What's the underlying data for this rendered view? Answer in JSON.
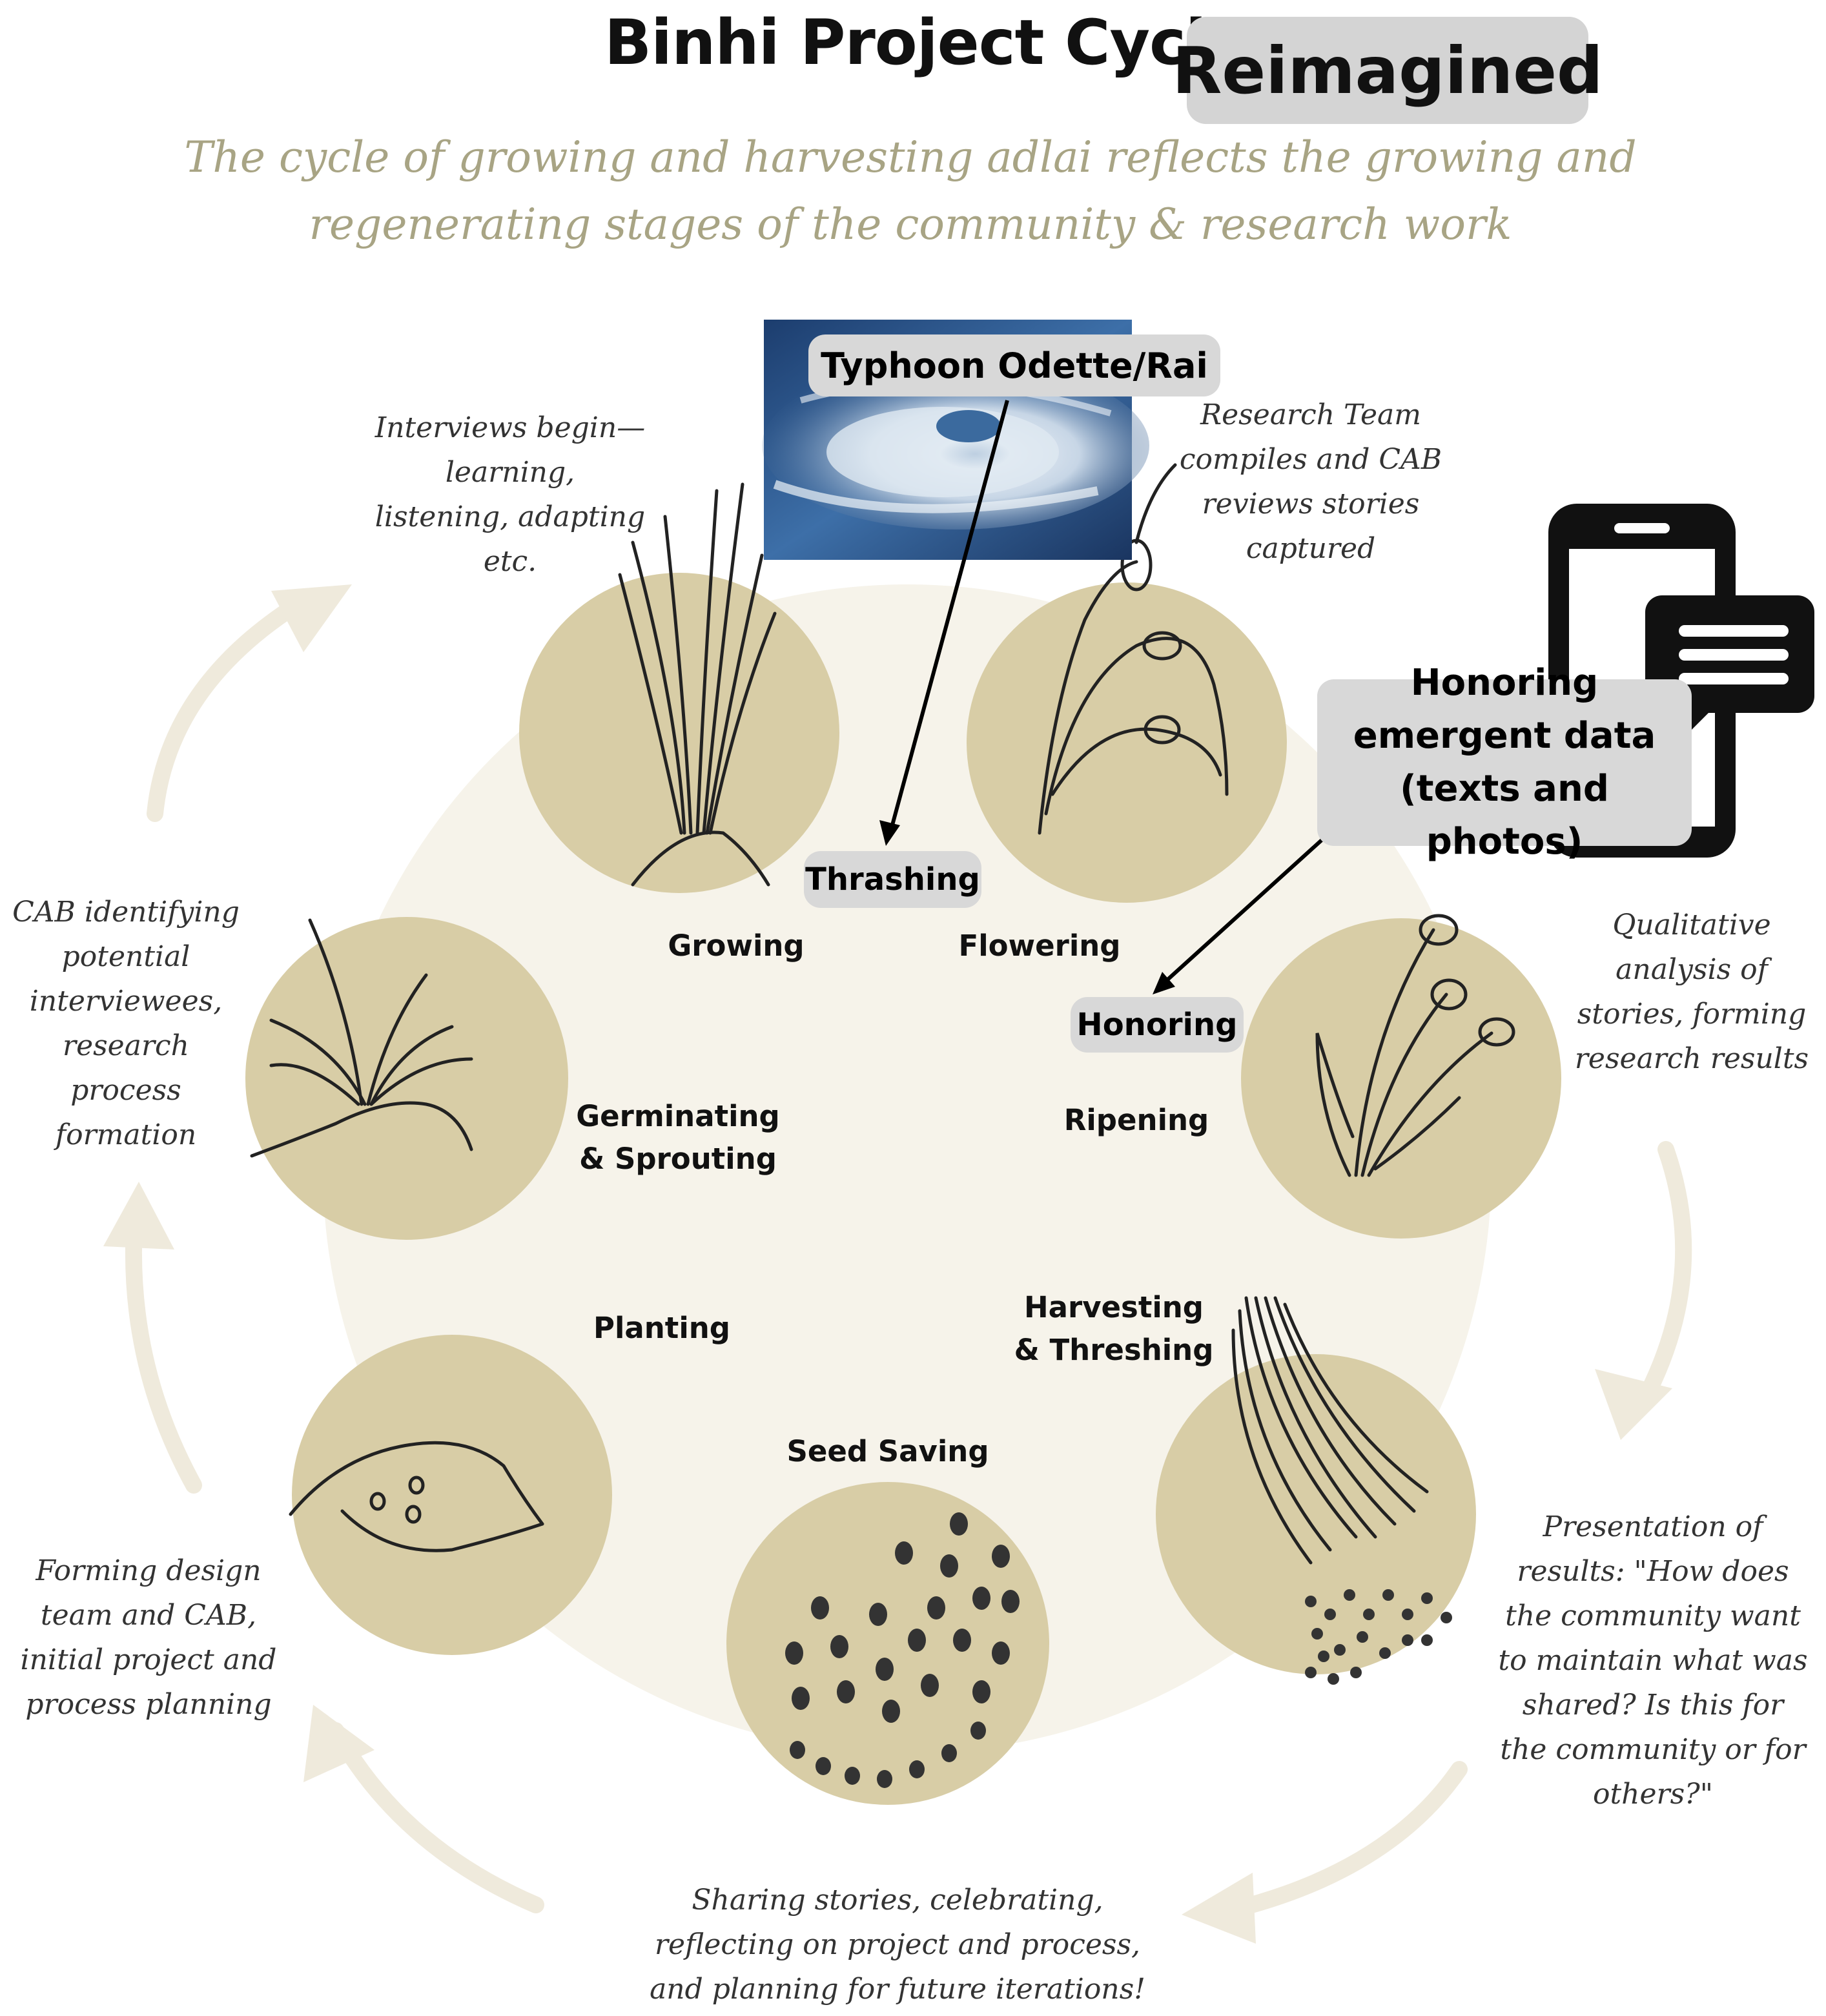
{
  "title": "Binhi Project Cycle",
  "badge": "Reimagined",
  "subtitle": "The cycle of growing and harvesting adlai reflects the growing and regenerating stages of the community & research work",
  "colors": {
    "circle_fill": "#d8cda6",
    "bg_disc": "#f6f3ea",
    "arrow": "#efeadc",
    "subtitle": "#a8a484"
  },
  "stages": {
    "growing": "Growing",
    "flowering": "Flowering",
    "germinating": "Germinating & Sprouting",
    "ripening": "Ripening",
    "planting": "Planting",
    "harvesting": "Harvesting & Threshing",
    "seed_saving": "Seed Saving"
  },
  "notes": {
    "interviews": "Interviews begin—learning, listening, adapting etc.",
    "research_team": "Research Team compiles and CAB reviews stories captured",
    "cab_identifying": "CAB identifying potential interviewees, research process formation",
    "qualitative": "Qualitative analysis of stories, forming research results",
    "forming": "Forming design team and CAB, initial project and process planning",
    "presentation": "Presentation of results: \"How does the community want to maintain what was shared? Is this for the community or for others?\"",
    "sharing": "Sharing stories, celebrating, reflecting on project and process, and planning for future iterations!"
  },
  "callouts": {
    "typhoon": "Typhoon Odette/Rai",
    "thrashing": "Thrashing",
    "honoring_data": "Honoring emergent data (texts and photos)",
    "honoring": "Honoring"
  },
  "icons": [
    "typhoon-satellite-image",
    "phone-message-icon",
    "adlai-plant-drawings"
  ]
}
